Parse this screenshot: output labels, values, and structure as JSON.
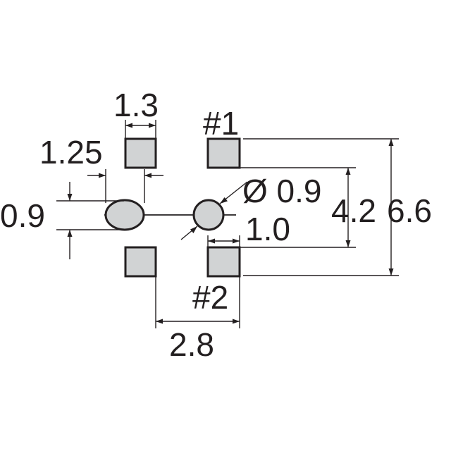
{
  "colors": {
    "ink": "#231f20",
    "pad_fill": "#d1d3d4",
    "background": "#ffffff"
  },
  "dimensions": {
    "pad_width": "1.3",
    "pad_gap": "1.25",
    "oval_hole_height": "0.9",
    "round_hole_diameter": "Ø 0.9",
    "inner_span": "4.2",
    "outer_span": "6.6",
    "pad_length": "1.0",
    "pitch": "2.8"
  },
  "pin_labels": {
    "pin1": "#1",
    "pin2": "#2"
  }
}
